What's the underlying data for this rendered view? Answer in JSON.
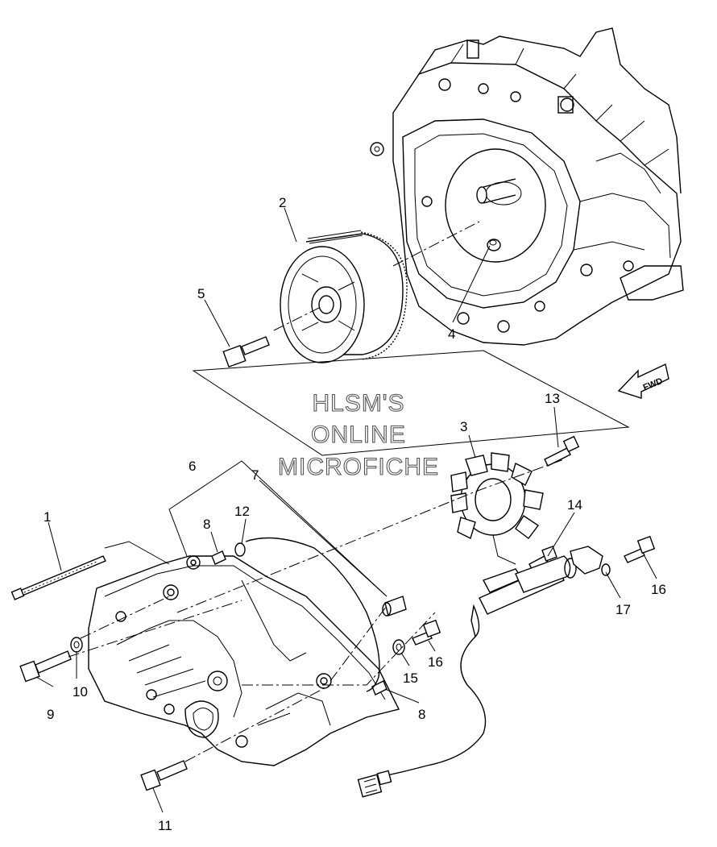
{
  "watermark": {
    "line1": "HLSM'S",
    "line2": "ONLINE",
    "line3": "MICROFICHE"
  },
  "fwd_label": "FWD",
  "callouts": {
    "c1": "1",
    "c2": "2",
    "c3": "3",
    "c4": "4",
    "c5": "5",
    "c6": "6",
    "c7": "7",
    "c8a": "8",
    "c8b": "8",
    "c9": "9",
    "c10": "10",
    "c11": "11",
    "c12": "12",
    "c13": "13",
    "c14": "14",
    "c15": "15",
    "c16a": "16",
    "c16b": "16",
    "c17": "17"
  },
  "colors": {
    "line": "#000000",
    "background": "#ffffff",
    "watermark_outline": "#555555"
  }
}
